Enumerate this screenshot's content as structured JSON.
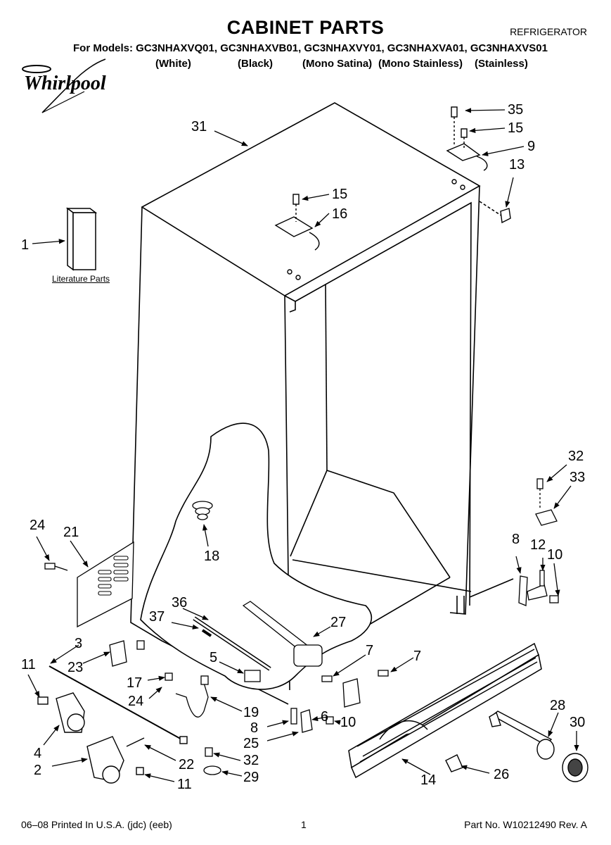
{
  "header": {
    "title": "CABINET PARTS",
    "category": "REFRIGERATOR",
    "models_line": "For Models: GC3NHAXVQ01, GC3NHAXVB01, GC3NHAXVY01, GC3NHAXVA01, GC3NHAXVS01",
    "finishes": [
      "(White)",
      "(Black)",
      "(Mono Satina)",
      "(Mono Stainless)",
      "(Stainless)"
    ],
    "brand": "Whirlpool"
  },
  "diagram": {
    "literature_label": "Literature Parts",
    "callouts": [
      {
        "id": "c35",
        "label": "35"
      },
      {
        "id": "c15a",
        "label": "15"
      },
      {
        "id": "c9",
        "label": "9"
      },
      {
        "id": "c13",
        "label": "13"
      },
      {
        "id": "c31",
        "label": "31"
      },
      {
        "id": "c15b",
        "label": "15"
      },
      {
        "id": "c16",
        "label": "16"
      },
      {
        "id": "c1",
        "label": "1"
      },
      {
        "id": "c32a",
        "label": "32"
      },
      {
        "id": "c33",
        "label": "33"
      },
      {
        "id": "c24a",
        "label": "24"
      },
      {
        "id": "c21",
        "label": "21"
      },
      {
        "id": "c18",
        "label": "18"
      },
      {
        "id": "c8a",
        "label": "8"
      },
      {
        "id": "c12",
        "label": "12"
      },
      {
        "id": "c10a",
        "label": "10"
      },
      {
        "id": "c36",
        "label": "36"
      },
      {
        "id": "c37",
        "label": "37"
      },
      {
        "id": "c27",
        "label": "27"
      },
      {
        "id": "c3",
        "label": "3"
      },
      {
        "id": "c11a",
        "label": "11"
      },
      {
        "id": "c23",
        "label": "23"
      },
      {
        "id": "c5",
        "label": "5"
      },
      {
        "id": "c7a",
        "label": "7"
      },
      {
        "id": "c7b",
        "label": "7"
      },
      {
        "id": "c17",
        "label": "17"
      },
      {
        "id": "c24b",
        "label": "24"
      },
      {
        "id": "c19",
        "label": "19"
      },
      {
        "id": "c28",
        "label": "28"
      },
      {
        "id": "c30",
        "label": "30"
      },
      {
        "id": "c8b",
        "label": "8"
      },
      {
        "id": "c6",
        "label": "6"
      },
      {
        "id": "c10b",
        "label": "10"
      },
      {
        "id": "c25",
        "label": "25"
      },
      {
        "id": "c4",
        "label": "4"
      },
      {
        "id": "c2",
        "label": "2"
      },
      {
        "id": "c22",
        "label": "22"
      },
      {
        "id": "c32b",
        "label": "32"
      },
      {
        "id": "c29",
        "label": "29"
      },
      {
        "id": "c11b",
        "label": "11"
      },
      {
        "id": "c14",
        "label": "14"
      },
      {
        "id": "c26",
        "label": "26"
      }
    ]
  },
  "footer": {
    "printed": "06–08 Printed In U.S.A. (jdc) (eeb)",
    "page": "1",
    "part_no": "Part No. W10212490 Rev. A"
  }
}
